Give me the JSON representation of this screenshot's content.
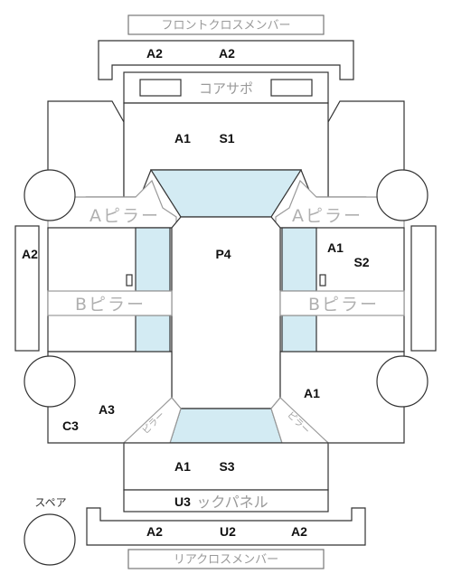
{
  "labels": {
    "front_cross_member": "フロントクロスメンバー",
    "core_support": "コアサポ",
    "a_pillar_left": "Aピラー",
    "a_pillar_right": "Aピラー",
    "b_pillar_left": "Bピラー",
    "b_pillar_right": "Bピラー",
    "back_panel": "ックパネル",
    "rear_cross_member": "リアクロスメンバー",
    "spare": "スペア",
    "hatch_left": "ピラー",
    "hatch_right": "ピラー"
  },
  "grades": {
    "front_member_left": "A2",
    "front_member_right": "A2",
    "front_a1": "A1",
    "front_s1": "S1",
    "left_side": "A2",
    "roof": "P4",
    "right_a1": "A1",
    "right_s2": "S2",
    "right_rear_a1": "A1",
    "left_rear_a3": "A3",
    "left_rear_c3": "C3",
    "rear_a1": "A1",
    "rear_s3": "S3",
    "rear_u3": "U3",
    "rear_member_left": "A2",
    "rear_member_center": "U2",
    "rear_member_right": "A2"
  }
}
